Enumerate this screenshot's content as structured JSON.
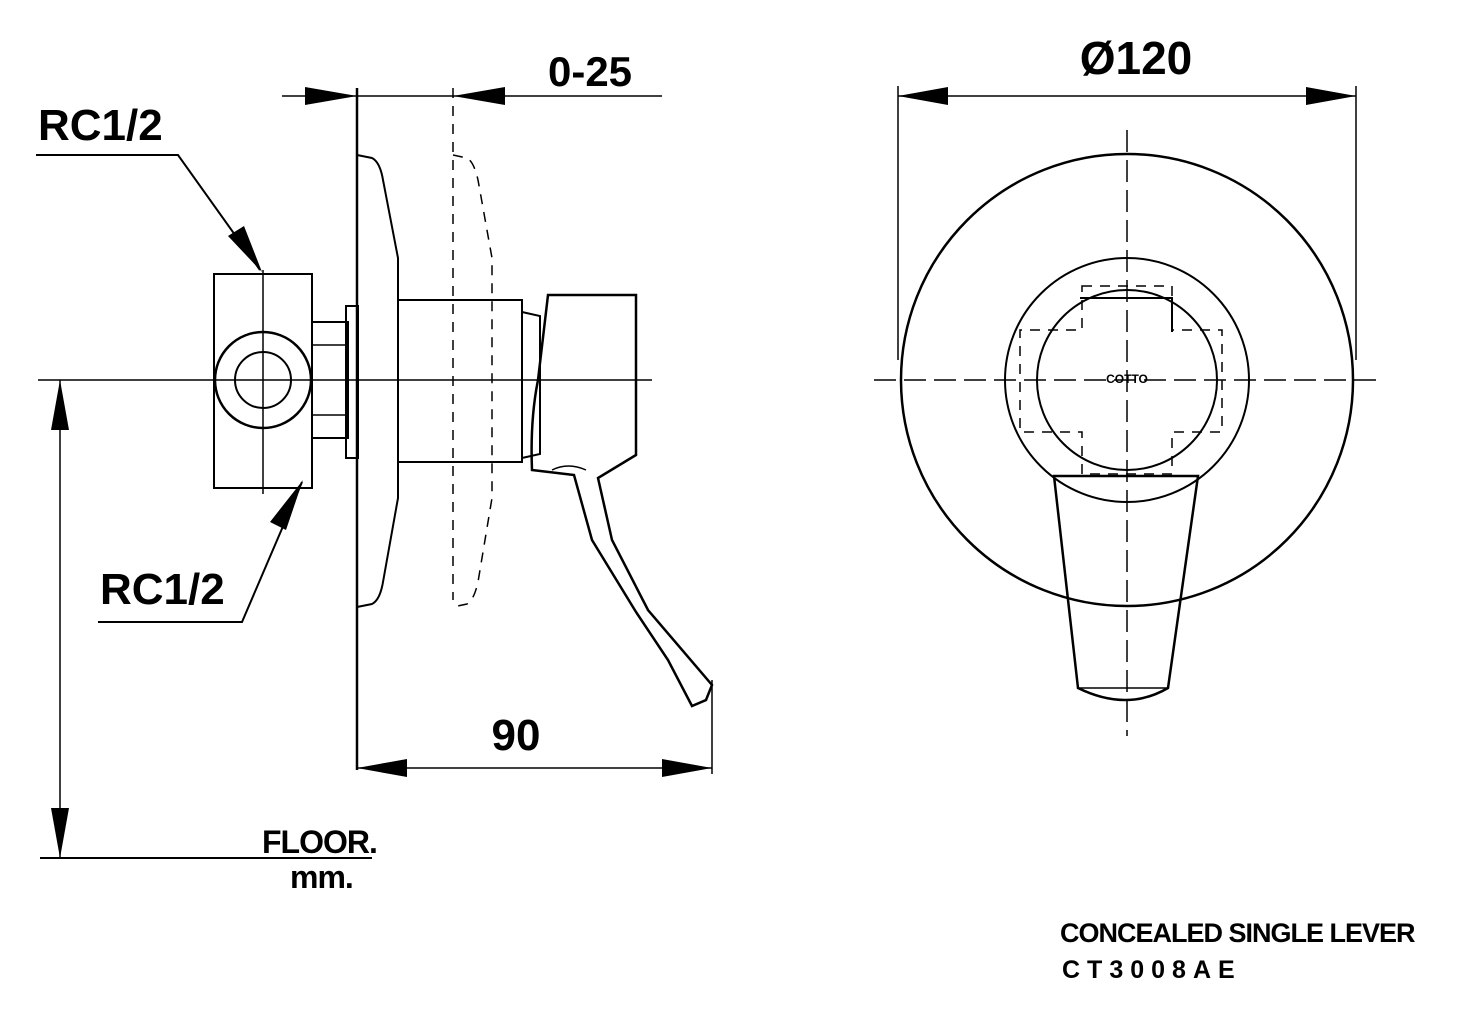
{
  "dimensions": {
    "offset_range": "0-25",
    "diameter": "Ø120",
    "depth": "90"
  },
  "labels": {
    "inlet_top": "RC1/2",
    "inlet_bottom": "RC1/2",
    "floor": "FLOOR.",
    "unit": "mm."
  },
  "product": {
    "name": "CONCEALED SINGLE LEVER",
    "model": "CT3008AE"
  },
  "brand": {
    "logo_text": "COTTO"
  }
}
